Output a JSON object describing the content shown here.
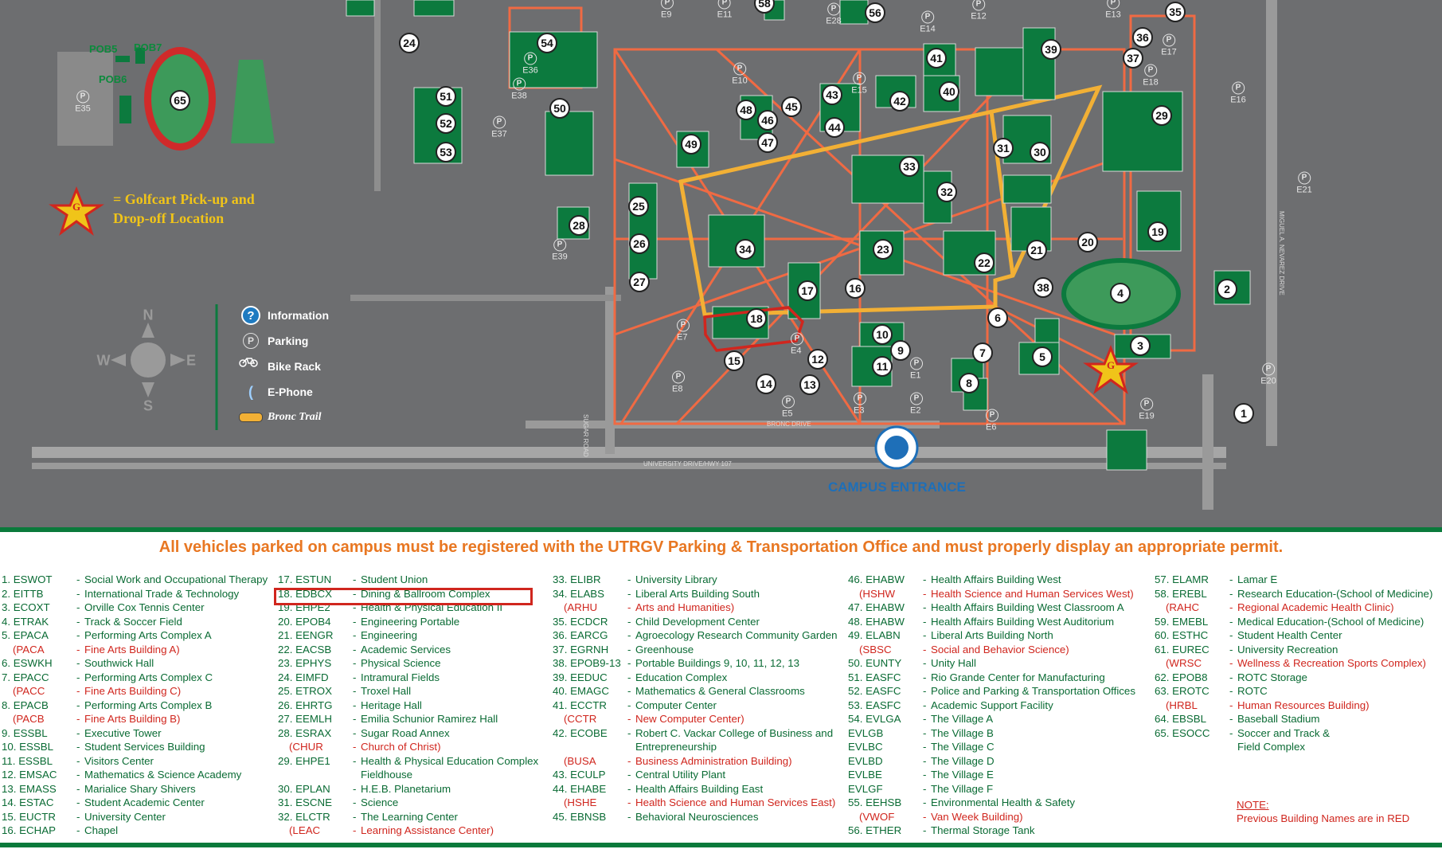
{
  "colors": {
    "background": "#6d6e70",
    "building": "#0c7a3e",
    "walkway": "#f06a43",
    "bronc_trail": "#f2b035",
    "legend_text": "#0a6b34",
    "previous_name": "#d0261e",
    "notice": "#e87722",
    "entrance": "#1e6fb8",
    "golfcart": "#f0c419"
  },
  "map": {
    "buildings": [
      "1",
      "2",
      "3",
      "4",
      "5",
      "6",
      "7",
      "8",
      "9",
      "10",
      "11",
      "12",
      "13",
      "14",
      "15",
      "16",
      "17",
      "18",
      "19",
      "20",
      "21",
      "22",
      "23",
      "24",
      "25",
      "26",
      "27",
      "28",
      "29",
      "30",
      "31",
      "32",
      "33",
      "34",
      "35",
      "36",
      "37",
      "38",
      "39",
      "40",
      "41",
      "42",
      "43",
      "44",
      "45",
      "46",
      "47",
      "48",
      "49",
      "50",
      "51",
      "52",
      "53",
      "54",
      "56",
      "58",
      "65"
    ],
    "parking_lots": [
      "E1",
      "E2",
      "E3",
      "E4",
      "E5",
      "E6",
      "E7",
      "E8",
      "E9",
      "E10",
      "E11",
      "E12",
      "E13",
      "E14",
      "E15",
      "E16",
      "E17",
      "E18",
      "E19",
      "E20",
      "E21",
      "E28",
      "E35",
      "E36",
      "E37",
      "E38",
      "E39"
    ],
    "pob_labels": [
      "POB5",
      "POB7",
      "POB6"
    ],
    "road_labels": [
      "UNIVERSITY DRIVE/HWY 107",
      "BRONC DRIVE",
      "SUGAR ROAD",
      "MIGUEL A. NEVAREZ DRIVE"
    ],
    "campus_entrance": "CAMPUS ENTRANCE",
    "golfcart": {
      "symbol": "G",
      "text_line1": "= Golfcart Pick-up and",
      "text_line2": "Drop-off Location"
    },
    "highlighted_building": "18",
    "compass": {
      "n": "N",
      "s": "S",
      "e": "E",
      "w": "W"
    },
    "legend": {
      "information": "Information",
      "parking": "Parking",
      "bike_rack": "Bike Rack",
      "ephone": "E-Phone",
      "bronc_trail": "Bronc Trail"
    }
  },
  "notice": "All vehicles parked on campus must be registered with the UTRGV Parking & Transportation Office and must properly display an appropriate permit.",
  "directory": {
    "col1": [
      {
        "code": "1. ESWOT",
        "name": "Social Work and Occupational Therapy"
      },
      {
        "code": "2. EITTB",
        "name": "International Trade & Technology"
      },
      {
        "code": "3. ECOXT",
        "name": "Orville Cox Tennis Center"
      },
      {
        "code": "4. ETRAK",
        "name": "Track & Soccer Field"
      },
      {
        "code": "5. EPACA",
        "name": "Performing Arts Complex A"
      },
      {
        "code": "(PACA",
        "name": "Fine Arts Building A)",
        "prev": true
      },
      {
        "code": "6. ESWKH",
        "name": "Southwick Hall"
      },
      {
        "code": "7. EPACC",
        "name": "Performing Arts Complex C"
      },
      {
        "code": "(PACC",
        "name": "Fine Arts Building C)",
        "prev": true
      },
      {
        "code": "8. EPACB",
        "name": "Performing Arts Complex B"
      },
      {
        "code": "(PACB",
        "name": "Fine Arts Building B)",
        "prev": true
      },
      {
        "code": "9. ESSBL",
        "name": "Executive Tower"
      },
      {
        "code": "10. ESSBL",
        "name": "Student Services Building"
      },
      {
        "code": "11. ESSBL",
        "name": "Visitors Center"
      },
      {
        "code": "12. EMSAC",
        "name": "Mathematics & Science Academy"
      },
      {
        "code": "13. EMASS",
        "name": "Marialice Shary Shivers"
      },
      {
        "code": "14. ESTAC",
        "name": "Student Academic Center"
      },
      {
        "code": "15. EUCTR",
        "name": "University Center"
      },
      {
        "code": "16. ECHAP",
        "name": "Chapel"
      }
    ],
    "col2": [
      {
        "code": "17. ESTUN",
        "name": "Student Union"
      },
      {
        "code": "18. EDBCX",
        "name": "Dining & Ballroom Complex"
      },
      {
        "code": "19. EHPE2",
        "name": "Health & Physical Education II"
      },
      {
        "code": "20. EPOB4",
        "name": "Engineering Portable"
      },
      {
        "code": "21. EENGR",
        "name": "Engineering"
      },
      {
        "code": "22. EACSB",
        "name": "Academic Services"
      },
      {
        "code": "23. EPHYS",
        "name": "Physical Science"
      },
      {
        "code": "24. EIMFD",
        "name": "Intramural Fields"
      },
      {
        "code": "25. ETROX",
        "name": "Troxel Hall"
      },
      {
        "code": "26. EHRTG",
        "name": "Heritage Hall"
      },
      {
        "code": "27. EEMLH",
        "name": "Emilia Schunior Ramirez Hall"
      },
      {
        "code": "28. ESRAX",
        "name": "Sugar Road Annex"
      },
      {
        "code": "(CHUR",
        "name": "Church of Christ)",
        "prev": true
      },
      {
        "code": "29. EHPE1",
        "name": "Health & Physical Education Complex"
      },
      {
        "code": "",
        "name": "Fieldhouse"
      },
      {
        "code": "30. EPLAN",
        "name": "H.E.B. Planetarium"
      },
      {
        "code": "31. ESCNE",
        "name": "Science"
      },
      {
        "code": "32. ELCTR",
        "name": "The Learning Center"
      },
      {
        "code": "(LEAC",
        "name": "Learning Assistance Center)",
        "prev": true
      }
    ],
    "col3": [
      {
        "code": "33. ELIBR",
        "name": "University Library"
      },
      {
        "code": "34. ELABS",
        "name": "Liberal Arts Building South"
      },
      {
        "code": "(ARHU",
        "name": "Arts and Humanities)",
        "prev": true
      },
      {
        "code": "35. ECDCR",
        "name": "Child Development Center"
      },
      {
        "code": "36. EARCG",
        "name": "Agroecology Research Community Garden"
      },
      {
        "code": "37. EGRNH",
        "name": "Greenhouse"
      },
      {
        "code": "38. EPOB9-13",
        "name": "Portable Buildings 9, 10, 11, 12, 13"
      },
      {
        "code": "39. EEDUC",
        "name": "Education Complex"
      },
      {
        "code": "40. EMAGC",
        "name": "Mathematics & General Classrooms"
      },
      {
        "code": "41. ECCTR",
        "name": "Computer Center"
      },
      {
        "code": "(CCTR",
        "name": "New Computer Center)",
        "prev": true
      },
      {
        "code": "42. ECOBE",
        "name": "Robert C. Vackar College of Business and"
      },
      {
        "code": "",
        "name": "Entrepreneurship"
      },
      {
        "code": "(BUSA",
        "name": "Business Administration Building)",
        "prev": true
      },
      {
        "code": "43. ECULP",
        "name": "Central Utility Plant"
      },
      {
        "code": "44. EHABE",
        "name": "Health Affairs Building East"
      },
      {
        "code": "(HSHE",
        "name": "Health Science and Human Services East)",
        "prev": true
      },
      {
        "code": "45. EBNSB",
        "name": "Behavioral Neurosciences"
      }
    ],
    "col4": [
      {
        "code": "46. EHABW",
        "name": "Health Affairs Building West"
      },
      {
        "code": "(HSHW",
        "name": "Health Science and Human Services West)",
        "prev": true
      },
      {
        "code": "47. EHABW",
        "name": "Health Affairs Building West Classroom A"
      },
      {
        "code": "48. EHABW",
        "name": "Health Affairs Building West Auditorium"
      },
      {
        "code": "49. ELABN",
        "name": "Liberal Arts Building North"
      },
      {
        "code": "(SBSC",
        "name": "Social and Behavior Science)",
        "prev": true
      },
      {
        "code": "50. EUNTY",
        "name": "Unity Hall"
      },
      {
        "code": "51. EASFC",
        "name": "Rio Grande Center for Manufacturing"
      },
      {
        "code": "52. EASFC",
        "name": "Police and Parking & Transportation Offices"
      },
      {
        "code": "53. EASFC",
        "name": "Academic Support Facility"
      },
      {
        "code": "54. EVLGA",
        "name": "The Village A"
      },
      {
        "code": "EVLGB",
        "name": "The Village B"
      },
      {
        "code": "EVLBC",
        "name": "The Village C"
      },
      {
        "code": "EVLBD",
        "name": "The Village D"
      },
      {
        "code": "EVLBE",
        "name": "The Village E"
      },
      {
        "code": "EVLGF",
        "name": "The Village F"
      },
      {
        "code": "55. EEHSB",
        "name": "Environmental Health & Safety"
      },
      {
        "code": "(VWOF",
        "name": "Van Week Building)",
        "prev": true
      },
      {
        "code": "56. ETHER",
        "name": "Thermal Storage Tank"
      }
    ],
    "col5": [
      {
        "code": "57. ELAMR",
        "name": "Lamar E"
      },
      {
        "code": "58. EREBL",
        "name": "Research Education-(School of Medicine)"
      },
      {
        "code": "(RAHC",
        "name": "Regional Academic Health Clinic)",
        "prev": true
      },
      {
        "code": "59. EMEBL",
        "name": "Medical Education-(School of Medicine)"
      },
      {
        "code": "60. ESTHC",
        "name": "Student Health Center"
      },
      {
        "code": "61. EUREC",
        "name": "University Recreation"
      },
      {
        "code": "(WRSC",
        "name": "Wellness & Recreation Sports Complex)",
        "prev": true
      },
      {
        "code": "62. EPOB8",
        "name": "ROTC Storage"
      },
      {
        "code": "63. EROTC",
        "name": "ROTC"
      },
      {
        "code": "(HRBL",
        "name": "Human Resources Building)",
        "prev": true
      },
      {
        "code": "64. EBSBL",
        "name": "Baseball Stadium"
      },
      {
        "code": "65. ESOCC",
        "name": "Soccer and Track &"
      },
      {
        "code": "",
        "name": "Field Complex"
      }
    ]
  },
  "note": {
    "title": "NOTE:",
    "text": "Previous Building Names are in RED"
  }
}
